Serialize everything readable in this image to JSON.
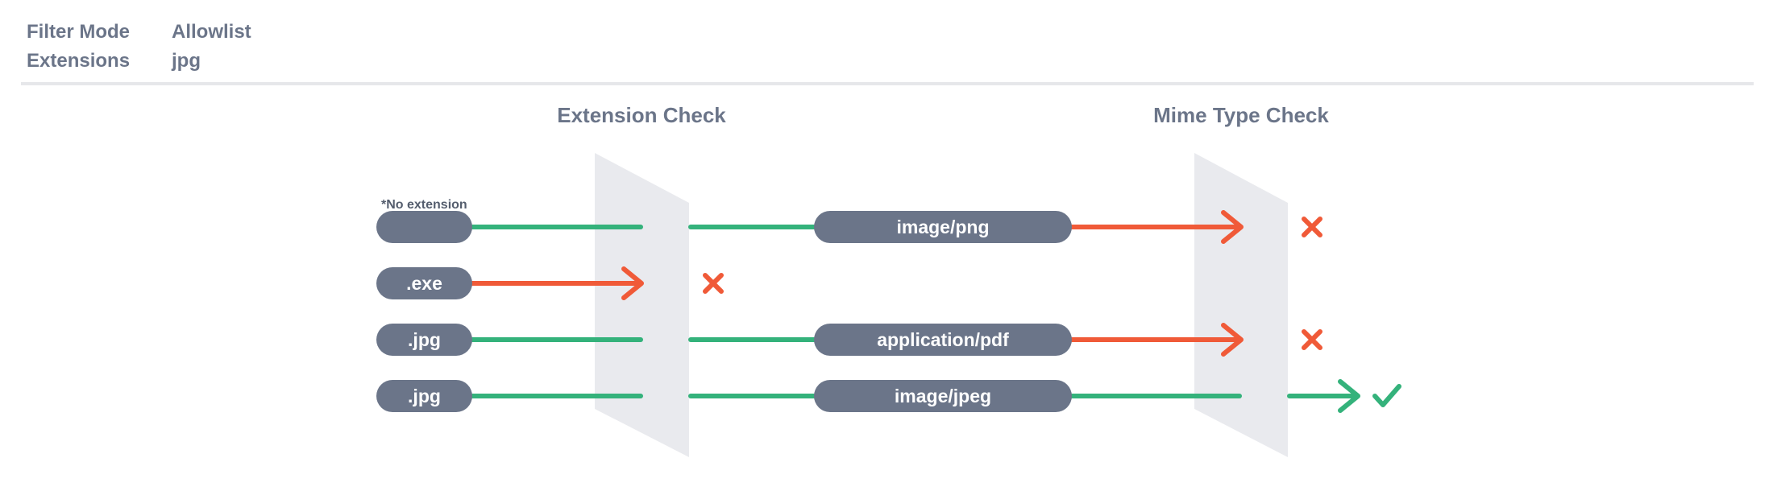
{
  "config": {
    "filter_mode_label": "Filter Mode",
    "filter_mode_value": "Allowlist",
    "extensions_label": "Extensions",
    "extensions_value": "jpg"
  },
  "stages": {
    "extension_check": "Extension Check",
    "mime_type_check": "Mime Type Check"
  },
  "note": "*No extension",
  "colors": {
    "pass": "#34b27b",
    "fail": "#f05a38",
    "pill": "#6b7589",
    "filter": "#e9eaee"
  },
  "rows": [
    {
      "extension": "",
      "extension_result": "pass",
      "mime": "image/png",
      "mime_result": "fail"
    },
    {
      "extension": ".exe",
      "extension_result": "fail",
      "mime": "",
      "mime_result": ""
    },
    {
      "extension": ".jpg",
      "extension_result": "pass",
      "mime": "application/pdf",
      "mime_result": "fail"
    },
    {
      "extension": ".jpg",
      "extension_result": "pass",
      "mime": "image/jpeg",
      "mime_result": "pass"
    }
  ]
}
